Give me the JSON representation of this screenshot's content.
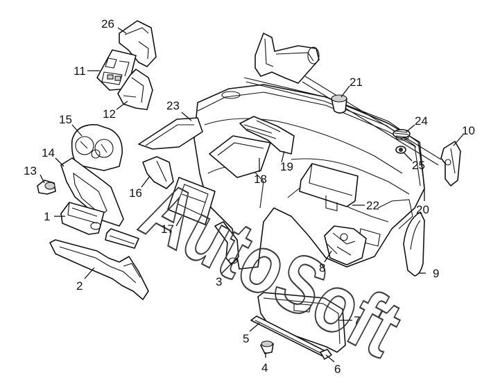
{
  "watermark": {
    "text": "AutoSoft"
  },
  "callouts": [
    {
      "id": "p1",
      "label": "1"
    },
    {
      "id": "p2",
      "label": "2"
    },
    {
      "id": "p3",
      "label": "3"
    },
    {
      "id": "p4",
      "label": "4"
    },
    {
      "id": "p5",
      "label": "5"
    },
    {
      "id": "p6",
      "label": "6"
    },
    {
      "id": "p7",
      "label": "7"
    },
    {
      "id": "p8",
      "label": "8"
    },
    {
      "id": "p9",
      "label": "9"
    },
    {
      "id": "p10",
      "label": "10"
    },
    {
      "id": "p11",
      "label": "11"
    },
    {
      "id": "p12",
      "label": "12"
    },
    {
      "id": "p13",
      "label": "13"
    },
    {
      "id": "p14",
      "label": "14"
    },
    {
      "id": "p15",
      "label": "15"
    },
    {
      "id": "p16",
      "label": "16"
    },
    {
      "id": "p17",
      "label": "17"
    },
    {
      "id": "p18",
      "label": "18"
    },
    {
      "id": "p19",
      "label": "19"
    },
    {
      "id": "p20",
      "label": "20"
    },
    {
      "id": "p21",
      "label": "21"
    },
    {
      "id": "p22",
      "label": "22"
    },
    {
      "id": "p23",
      "label": "23"
    },
    {
      "id": "p24",
      "label": "24"
    },
    {
      "id": "p25",
      "label": "25"
    },
    {
      "id": "p26",
      "label": "26"
    }
  ]
}
